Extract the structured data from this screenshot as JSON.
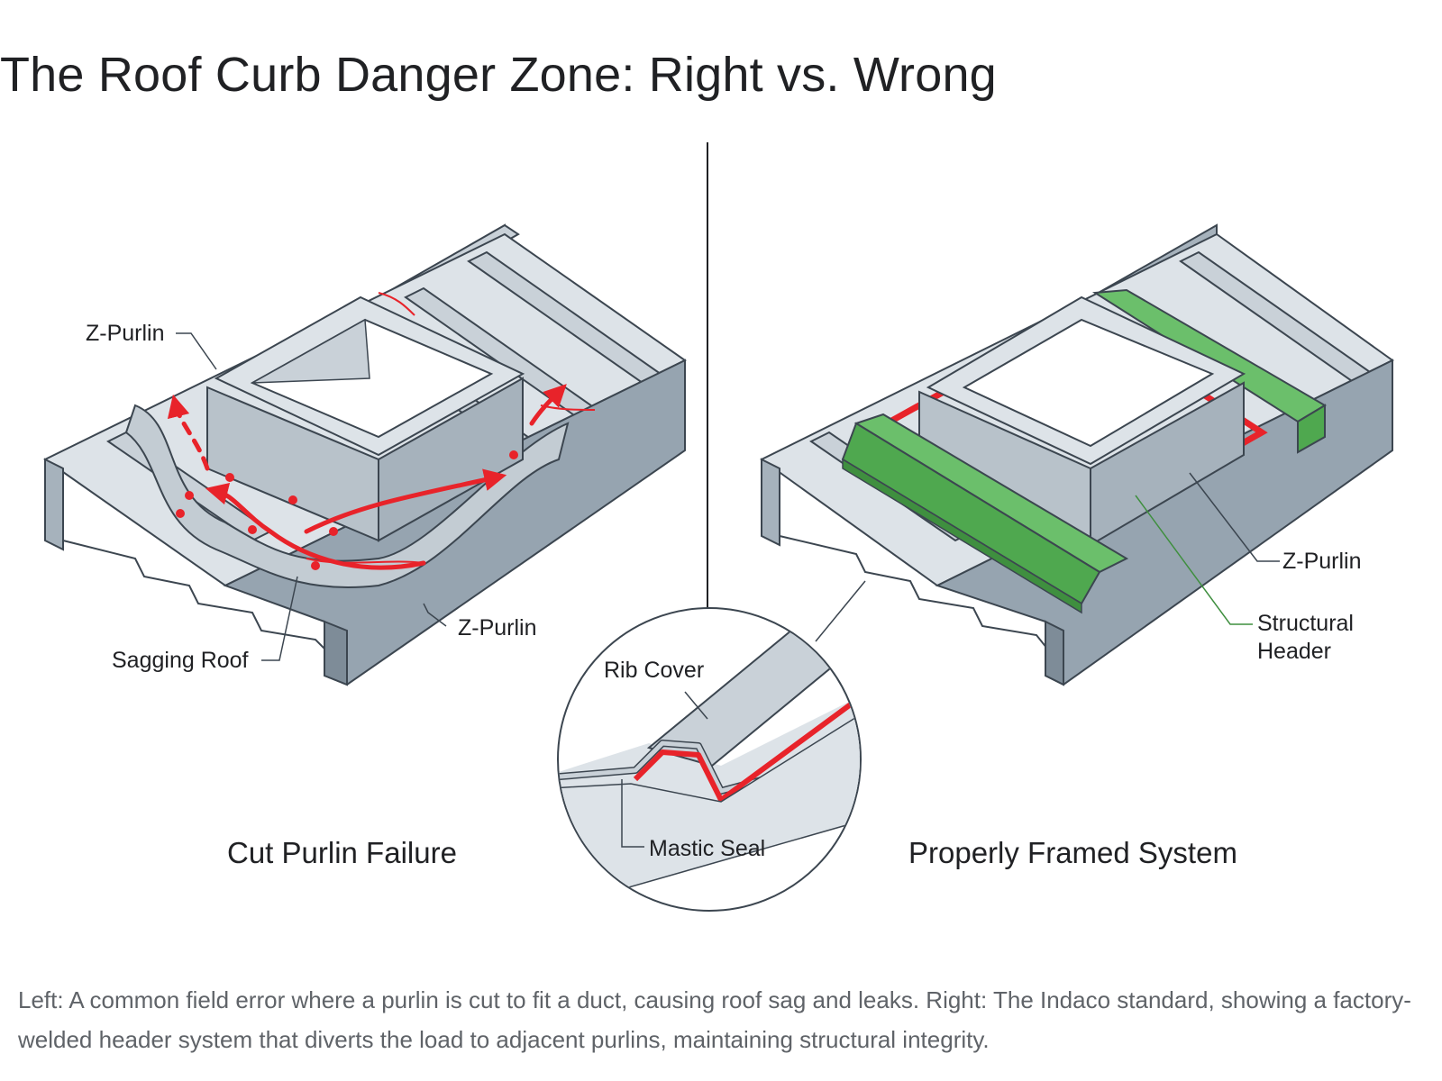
{
  "title": "The Roof Curb Danger Zone: Right vs. Wrong",
  "left_panel": {
    "heading": "Cut Purlin Failure",
    "labels": {
      "z_purlin_top": "Z-Purlin",
      "z_purlin_side": "Z-Purlin",
      "sagging_roof": "Sagging Roof"
    }
  },
  "right_panel": {
    "heading": "Properly Framed System",
    "labels": {
      "z_purlin": "Z-Purlin",
      "structural_header_line1": "Structural",
      "structural_header_line2": "Header"
    }
  },
  "detail_callout": {
    "rib_cover": "Rib Cover",
    "mastic_seal": "Mastic Seal"
  },
  "caption": "Left: A common field error where a purlin is cut to fit a duct, causing roof sag and leaks. Right: The Indaco standard, showing a factory-welded header system that diverts the load to adjacent purlins, maintaining structural integrity.",
  "colors": {
    "steel_light": "#c9d1d8",
    "steel_mid": "#a6b2bc",
    "steel_dark": "#7e8c98",
    "leak_red": "#e8232a",
    "header_green": "#4fa84f",
    "outline": "#3c4650"
  }
}
